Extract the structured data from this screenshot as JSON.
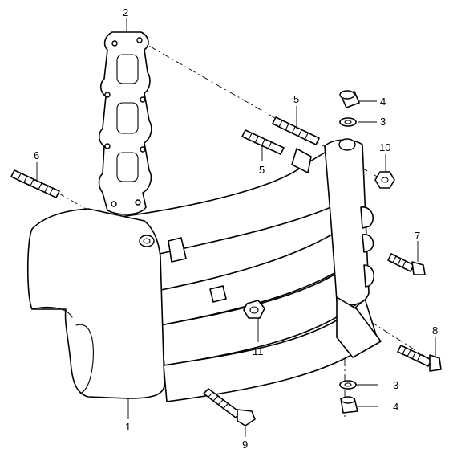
{
  "callouts": {
    "c1": "1",
    "c2": "2",
    "c3a": "3",
    "c3b": "3",
    "c4a": "4",
    "c4b": "4",
    "c5a": "5",
    "c5b": "5",
    "c6": "6",
    "c7": "7",
    "c8": "8",
    "c9": "9",
    "c10": "10",
    "c11": "11"
  }
}
